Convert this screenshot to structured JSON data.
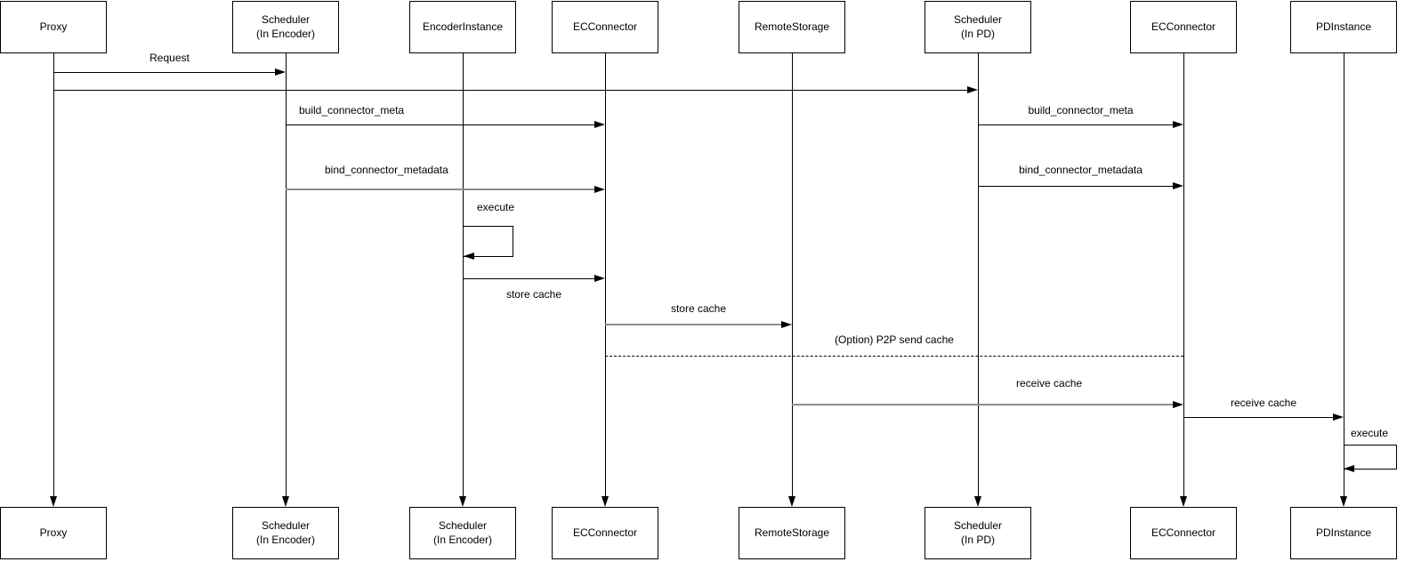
{
  "diagram": {
    "type": "uml-sequence-diagram",
    "background": "#ffffff"
  },
  "colors": {
    "line": "#000000",
    "secondary_line": "#8c8c8c",
    "box_border": "#000000",
    "box_fill": "#ffffff",
    "text": "#000000"
  },
  "actors": [
    {
      "id": "proxy",
      "top_label": "Proxy",
      "bottom_label": "Proxy"
    },
    {
      "id": "scheduler-encoder",
      "top_label": "Scheduler\n(In Encoder)",
      "bottom_label": "Scheduler\n(In Encoder)"
    },
    {
      "id": "encoder-instance",
      "top_label": "EncoderInstance",
      "bottom_label": "Scheduler\n(In Encoder)"
    },
    {
      "id": "ec-connector-encoder",
      "top_label": "ECConnector",
      "bottom_label": "ECConnector"
    },
    {
      "id": "remote-storage",
      "top_label": "RemoteStorage",
      "bottom_label": "RemoteStorage"
    },
    {
      "id": "scheduler-pd",
      "top_label": "Scheduler\n(In PD)",
      "bottom_label": "Scheduler\n(In PD)"
    },
    {
      "id": "ec-connector-pd",
      "top_label": "ECConnector",
      "bottom_label": "ECConnector"
    },
    {
      "id": "pd-instance",
      "top_label": "PDInstance",
      "bottom_label": "PDInstance"
    }
  ],
  "messages": [
    {
      "label": "Request",
      "from": "Proxy",
      "to": "Scheduler (In Encoder)",
      "style": "solid-arrow"
    },
    {
      "label": "",
      "from": "Proxy",
      "to": "Scheduler (In PD)",
      "style": "solid-arrow"
    },
    {
      "label": "build_connector_meta",
      "from": "Scheduler (In Encoder)",
      "to": "ECConnector",
      "style": "solid-arrow"
    },
    {
      "label": "bind_connector_metadata",
      "from": "Scheduler (In Encoder)",
      "to": "ECConnector",
      "style": "solid-arrow"
    },
    {
      "label": "execute",
      "from": "EncoderInstance",
      "to": "EncoderInstance",
      "style": "self-loop"
    },
    {
      "label": "store cache",
      "from": "EncoderInstance",
      "to": "ECConnector",
      "style": "solid-arrow"
    },
    {
      "label": "store cache",
      "from": "ECConnector",
      "to": "RemoteStorage",
      "style": "solid-arrow"
    },
    {
      "label": "(Option) P2P send cache",
      "from": "ECConnector",
      "to": "ECConnector (PD)",
      "style": "dashed"
    },
    {
      "label": "build_connector_meta",
      "from": "Scheduler (In PD)",
      "to": "ECConnector (PD)",
      "style": "solid-arrow"
    },
    {
      "label": "bind_connector_metadata",
      "from": "Scheduler (In PD)",
      "to": "ECConnector (PD)",
      "style": "solid-arrow"
    },
    {
      "label": "receive cache",
      "from": "RemoteStorage",
      "to": "ECConnector (PD)",
      "style": "solid-arrow"
    },
    {
      "label": "receive cache",
      "from": "ECConnector (PD)",
      "to": "PDInstance",
      "style": "solid-arrow"
    },
    {
      "label": "execute",
      "from": "PDInstance",
      "to": "PDInstance",
      "style": "self-loop"
    }
  ]
}
